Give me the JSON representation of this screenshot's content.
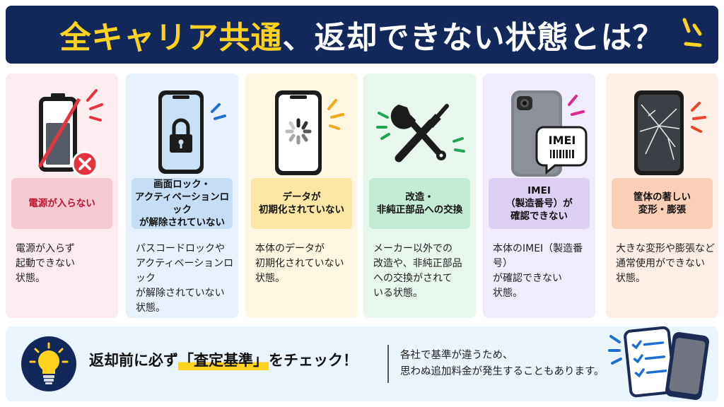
{
  "title": {
    "part1": "全キャリア共通",
    "part2": "、返却できない状態とは？"
  },
  "cards": [
    {
      "label": "電源が入らない",
      "desc": "電源が入らず\n起動できない\n状態。",
      "bg": "#fdecef",
      "label_bg": "#f7c9d3",
      "label_color": "#c0152f",
      "accent": "#e53340"
    },
    {
      "label": "画面ロック・\nアクティベーションロック\nが解除されていない",
      "desc": "パスコードロックや\nアクティベーションロック\nが解除されていない\n状態。",
      "bg": "#e6f1fb",
      "label_bg": "#c5def5",
      "label_color": "#111111",
      "accent": "#1f6fd0"
    },
    {
      "label": "データが\n初期化されていない",
      "desc": "本体のデータが\n初期化されていない\n状態。",
      "bg": "#fdf6e1",
      "label_bg": "#fae7a5",
      "label_color": "#111111",
      "accent": "#f2a81d"
    },
    {
      "label": "改造・\n非純正部品への交換",
      "desc": "メーカー以外での\n改造や、非純正部品\nへの交換がされて\nいる状態。",
      "bg": "#e8f7ee",
      "label_bg": "#c4ebd3",
      "label_color": "#111111",
      "accent": "#22a552"
    },
    {
      "label": "IMEI\n（製造番号）が\n確認できない",
      "desc": "本体のIMEI（製造番号）\nが確認できない\n状態。",
      "bg": "#f1ecfb",
      "label_bg": "#ddd0f4",
      "label_color": "#111111",
      "accent": "#d82a8f"
    },
    {
      "label": "筐体の著しい\n変形・膨張",
      "desc": "大きな変形や膨張など\n通常使用ができない\n状態。",
      "bg": "#fdeee6",
      "label_bg": "#f9cfb8",
      "label_color": "#111111",
      "accent": "#e8452c"
    }
  ],
  "imei_badge": "IMEI",
  "bottom": {
    "main_before": "返却前に必ず",
    "main_highlight": "「査定基準」",
    "main_after": "をチェック！",
    "note": "各社で基準が違うため、\n思わぬ追加料金が発生することもあります。"
  },
  "colors": {
    "navy": "#13285a",
    "yellow": "#ffd21f"
  },
  "icons": [
    "battery-empty-icon",
    "error-x-icon",
    "phone-lock-icon",
    "loading-spinner-icon",
    "wrench-screwdriver-icon",
    "imei-speech-bubble-icon",
    "cracked-screen-icon",
    "lightbulb-icon",
    "checklist-icon",
    "smartphone-icon"
  ]
}
